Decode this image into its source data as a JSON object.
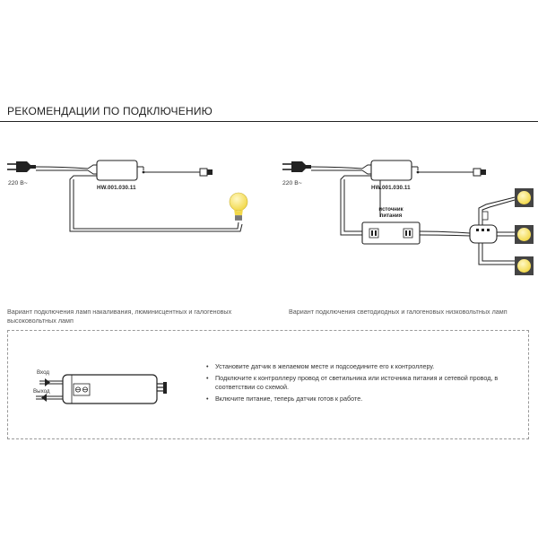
{
  "header": {
    "title": "РЕКОМЕНДАЦИИ ПО ПОДКЛЮЧЕНИЮ"
  },
  "left_diagram": {
    "voltage": "220 В~",
    "model": "HW.001.030.11",
    "caption": "Вариант подключения ламп накаливания, люминисцентных и галогеновых высоковольтных ламп",
    "bulb_color": "#f7e36a"
  },
  "right_diagram": {
    "voltage": "220 В~",
    "model": "HW.001.030.11",
    "psu_label_line1": "источник",
    "psu_label_line2": "питания",
    "caption": "Вариант подключения светодиодных и галогеновых низковольтных ламп",
    "spot_color": "#f7e36a"
  },
  "bottom_section": {
    "input_label": "Вход",
    "output_label": "Выход",
    "bullet": "•",
    "instructions": [
      "Установите датчик в желаемом месте и подсоедините его к контроллеру.",
      "Подключите к контроллеру провод от светильника или источника питания  и сетевой провод, в соответствии со схемой.",
      "Включите питание, теперь  датчик готов к работе."
    ]
  }
}
